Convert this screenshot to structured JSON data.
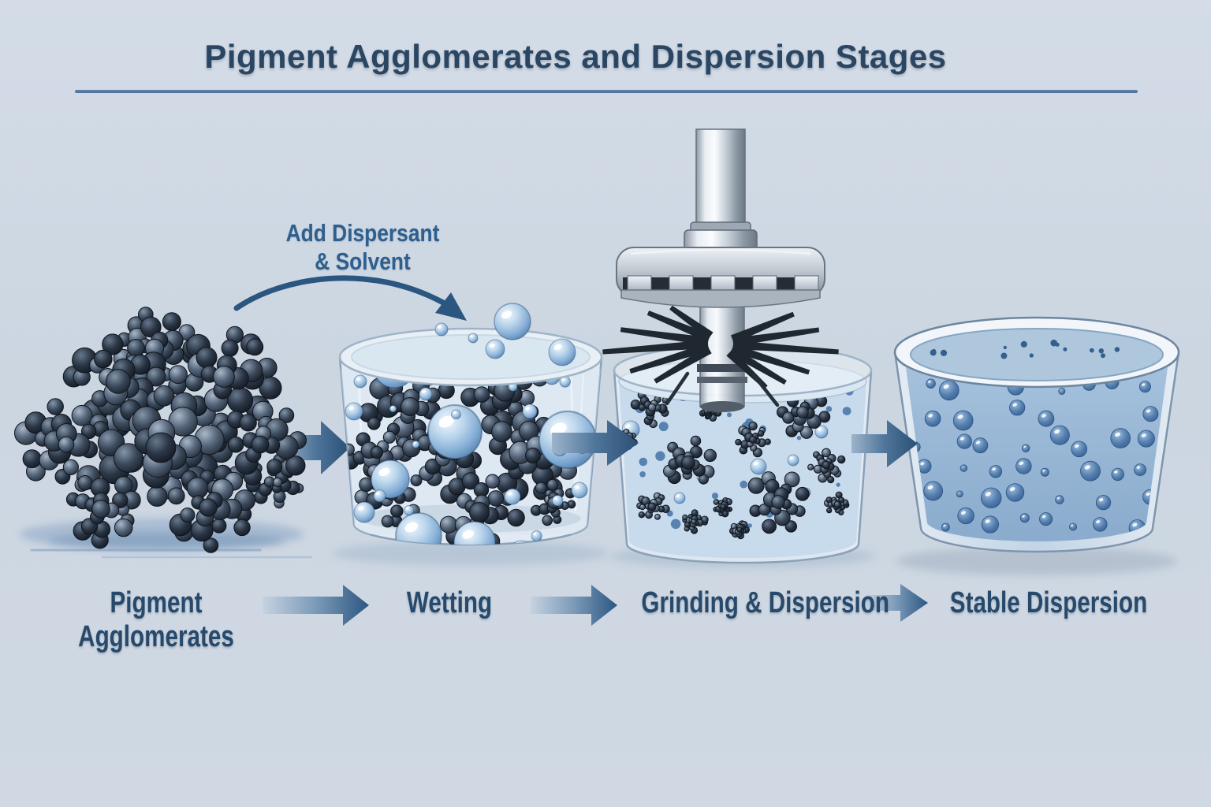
{
  "title": "Pigment Agglomerates and Dispersion Stages",
  "annotation": {
    "line1": "Add Dispersant",
    "line2": "& Solvent"
  },
  "stages": [
    {
      "label": "Pigment Agglomerates"
    },
    {
      "label": "Wetting"
    },
    {
      "label": "Grinding & Dispersion"
    },
    {
      "label": "Stable Dispersion"
    }
  ],
  "colors": {
    "background": "#ccd6e1",
    "heading": "#2a4663",
    "annotation_text": "#2e5f8e",
    "arrow_dark": "#2c5681",
    "arrow_light": "#c6d3e0",
    "pigment_dark": "#1c2530",
    "bubble_blue": "#7fa6cf",
    "liquid_blue": "#a3c0dc"
  }
}
